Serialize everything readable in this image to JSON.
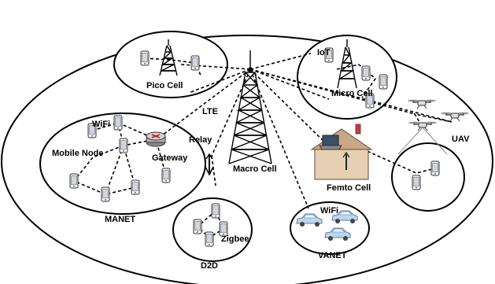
{
  "labels": {
    "pico_cell": "Pico Cell",
    "micro_cell": "Micro Cell",
    "iot": "IoT",
    "lte": "LTE",
    "macro_cell": "Macro Cell",
    "wifi_manet": "WiFi",
    "mobile_node": "Mobile Node",
    "gateway": "Gateway",
    "relay": "Relay",
    "manet": "MANET",
    "d2d": "D2D",
    "zigbee": "Zigbee",
    "femto_cell": "Femto Cell",
    "wifi_vanet": "WiFi",
    "vanet": "VANET",
    "uav": "UAV"
  },
  "icons": [
    "macro-tower-icon",
    "pico-tower-icon",
    "micro-tower-icon",
    "mobile-phone-icon",
    "router-icon",
    "relay-antenna-icon",
    "house-icon",
    "laptop-icon",
    "car-icon",
    "drone-icon"
  ]
}
